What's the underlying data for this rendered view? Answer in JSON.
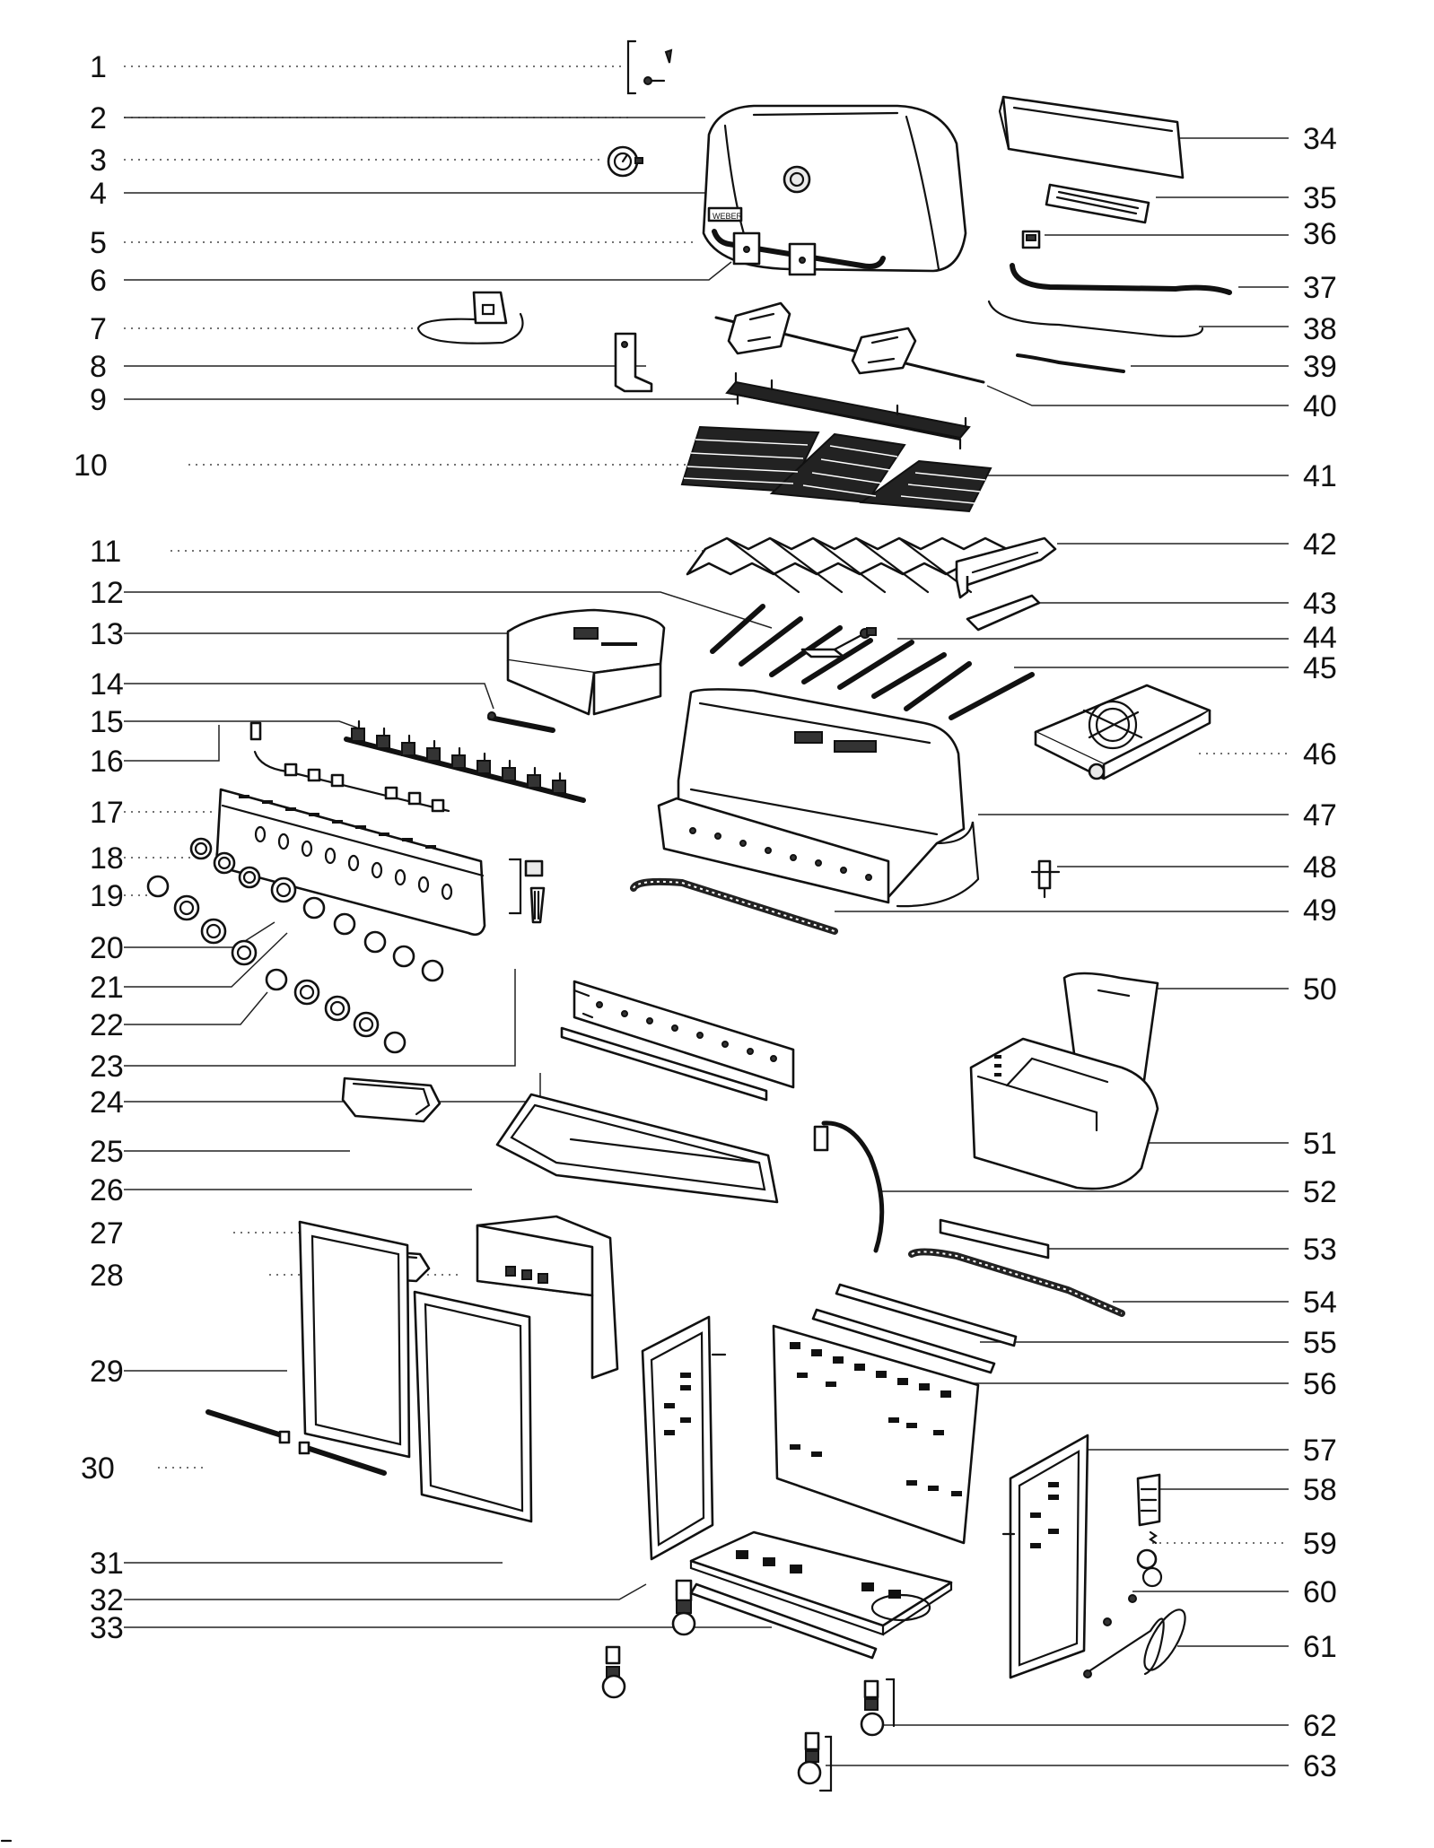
{
  "diagram": {
    "left_labels": [
      "1",
      "2",
      "3",
      "4",
      "5",
      "6",
      "7",
      "8",
      "9",
      "10",
      "11",
      "12",
      "13",
      "14",
      "15",
      "16",
      "17",
      "18",
      "19",
      "20",
      "21",
      "22",
      "23",
      "24",
      "25",
      "26",
      "27",
      "28",
      "29",
      "30",
      "31",
      "32",
      "33"
    ],
    "right_labels": [
      "34",
      "35",
      "36",
      "37",
      "38",
      "39",
      "40",
      "41",
      "42",
      "43",
      "44",
      "45",
      "46",
      "47",
      "48",
      "49",
      "50",
      "51",
      "52",
      "53",
      "54",
      "55",
      "56",
      "57",
      "58",
      "59",
      "60",
      "61",
      "62",
      "63"
    ],
    "logo_text": "WEBER"
  }
}
